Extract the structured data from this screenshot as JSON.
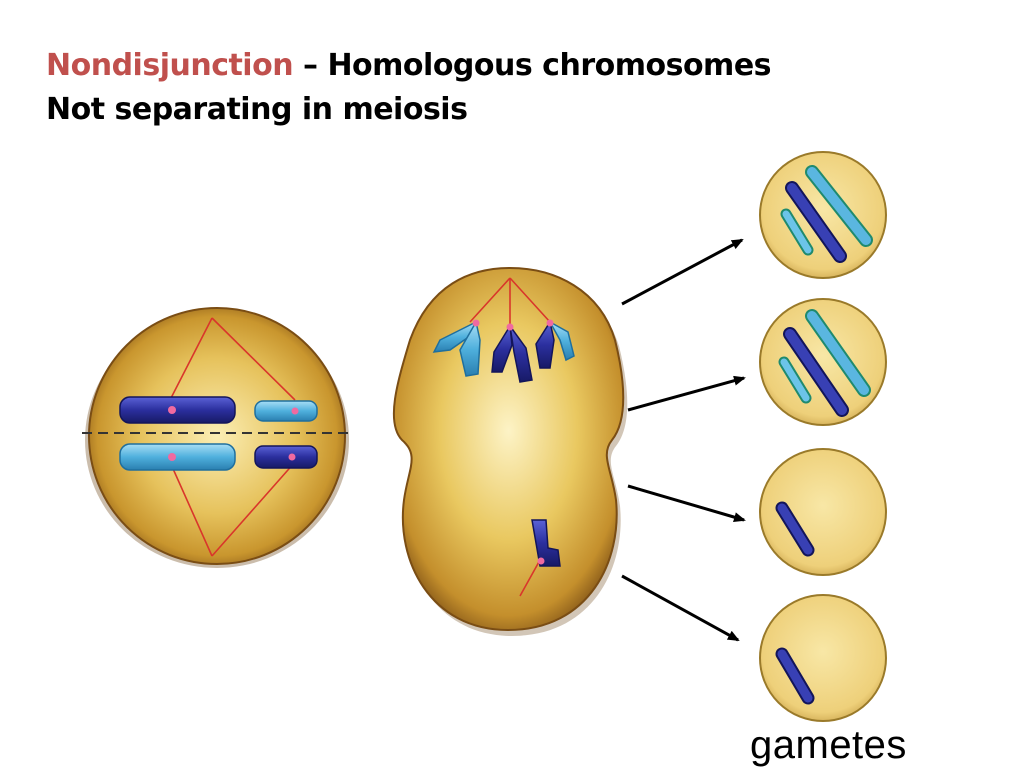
{
  "title": {
    "term": "Nondisjunction",
    "rest": " – Homologous chromosomes",
    "line2": "Not separating in meiosis"
  },
  "colors": {
    "term": "#c0504d",
    "cell_fill": "#e8c66a",
    "cell_edge": "#b8860b",
    "gamete_fill": "#f1d98a",
    "dark_chromosome": "#2b2f9e",
    "light_chromosome": "#5ab6e0",
    "spindle": "#d9362b",
    "centromere": "#f06aa0"
  },
  "stages": [
    {
      "name": "metaphase-cell"
    },
    {
      "name": "anaphase-cell"
    }
  ],
  "gametes": {
    "label": "gametes",
    "items": [
      {
        "chromosomes": 3
      },
      {
        "chromosomes": 3
      },
      {
        "chromosomes": 1
      },
      {
        "chromosomes": 1
      }
    ]
  }
}
